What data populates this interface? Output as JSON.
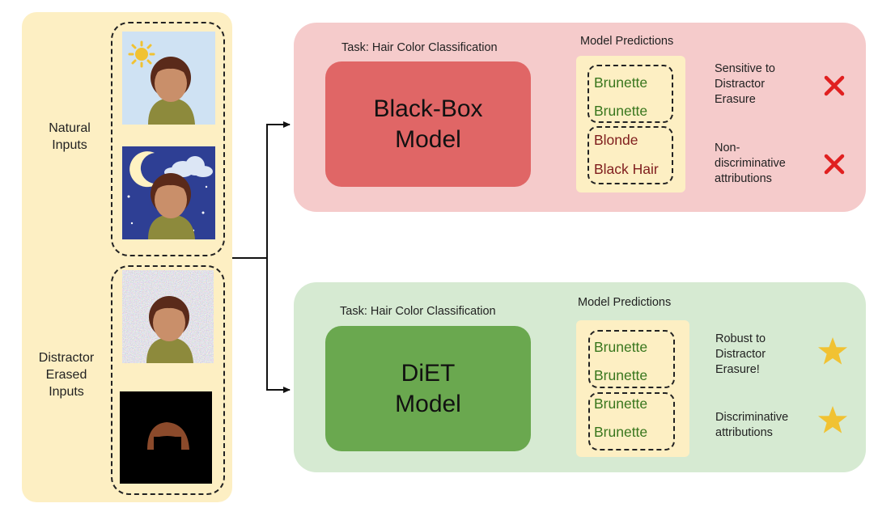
{
  "inputs": {
    "natural_label": [
      "Natural",
      "Inputs"
    ],
    "erased_label": [
      "Distractor",
      "Erased",
      "Inputs"
    ]
  },
  "black_box": {
    "task": "Task: Hair Color Classification",
    "model_lines": [
      "Black-Box",
      "Model"
    ],
    "predictions_title": "Model Predictions",
    "predictions": [
      "Brunette",
      "Brunette",
      "Blonde",
      "Black Hair"
    ],
    "notes": [
      {
        "lines": [
          "Sensitive to",
          "Distractor",
          "Erasure"
        ],
        "icon": "cross-icon"
      },
      {
        "lines": [
          "Non-",
          "discriminative",
          "attributions"
        ],
        "icon": "cross-icon"
      }
    ]
  },
  "diet": {
    "task": "Task: Hair Color Classification",
    "model_lines": [
      "DiET",
      "Model"
    ],
    "predictions_title": "Model Predictions",
    "predictions": [
      "Brunette",
      "Brunette",
      "Brunette",
      "Brunette"
    ],
    "notes": [
      {
        "lines": [
          "Robust to",
          "Distractor",
          "Erasure!"
        ],
        "icon": "star-icon"
      },
      {
        "lines": [
          "Discriminative",
          "attributions"
        ],
        "icon": "star-icon"
      }
    ]
  },
  "colors": {
    "red_panel": "#f5cbcb",
    "red_model": "#e06666",
    "green_panel": "#d6ead2",
    "green_model": "#6aa84f",
    "input_panel": "#fdefc3",
    "brunette_text": "#38761d",
    "wrong_text": "#7f1d1d",
    "cross": "#e02020",
    "star": "#f1c232"
  }
}
